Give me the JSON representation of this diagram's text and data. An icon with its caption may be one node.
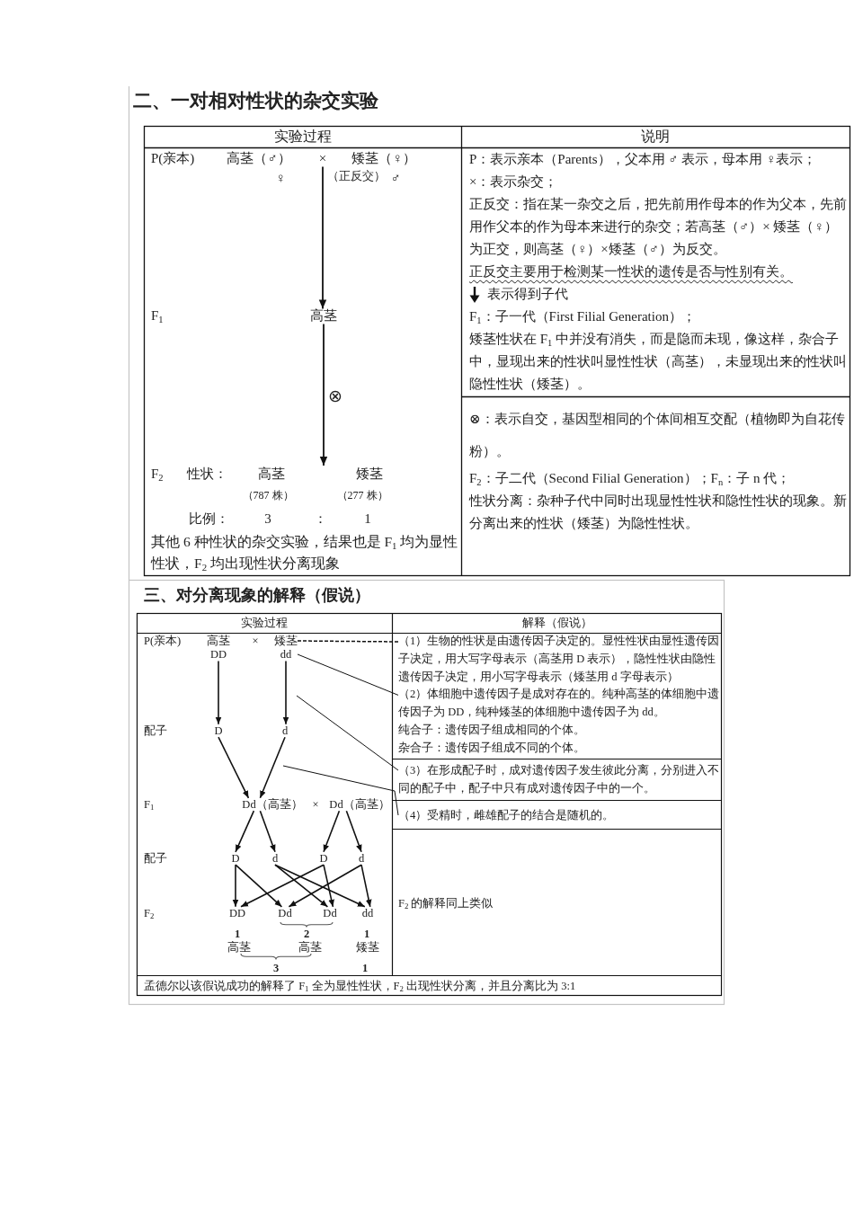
{
  "diagram": {
    "nodes": [
      {
        "text": [
          "×"
        ]
      },
      {
        "text": [
          "高茎"
        ]
      },
      {
        "text": [
          "高茎",
          "DD"
        ]
      },
      {
        "text": [
          "矮茎",
          "dd"
        ]
      },
      {
        "text": [
          "D"
        ]
      },
      {
        "text": [
          "d"
        ]
      },
      {
        "text": [
          "Dd（高茎）"
        ]
      },
      {
        "text": [
          "Dd（高茎）"
        ]
      },
      {
        "text": [
          "D"
        ]
      },
      {
        "text": [
          "d"
        ]
      },
      {
        "text": [
          "D"
        ]
      },
      {
        "text": [
          "d"
        ]
      },
      {
        "text": [
          "DD"
        ]
      },
      {
        "text": [
          "Dd"
        ]
      },
      {
        "text": [
          "Dd"
        ]
      },
      {
        "text": [
          "dd"
        ]
      },
      {
        "text": [
          "（1）生物的性状是由遗传因子决定的。显性性状由显性遗传因子决定，用大写字母表示（高茎用 D 表示），隐性性状由隐性遗传因子决定，用小写字母表示（矮茎用 d 字母表示）"
        ]
      },
      {
        "text": [
          "（2）体细胞中遗传因子是成对存在的。纯种高茎的体细胞中遗传因子为 DD，纯种矮茎的体细胞中遗传因子为 dd。"
        ]
      },
      {
        "text": [
          "（3）在形成配子时，成对遗传因子发生彼此分离，分别进入不同的配子中，配子中只有成对遗传因子中的一个。"
        ]
      },
      {
        "text": [
          "（4）受精时，雌雄配子的结合是随机的。"
        ]
      }
    ],
    "edges": [
      {
        "from": 0,
        "to": 1,
        "arrow": "to"
      },
      {
        "from": 1,
        "to": null,
        "arrow": "to",
        "label": "⊗"
      },
      {
        "from": 2,
        "to": 4,
        "arrow": "to"
      },
      {
        "from": 3,
        "to": 5,
        "arrow": "to"
      },
      {
        "from": 4,
        "to": 6,
        "arrow": "to"
      },
      {
        "from": 5,
        "to": 6,
        "arrow": "to"
      },
      {
        "from": 6,
        "to": 8,
        "arrow": "to"
      },
      {
        "from": 6,
        "to": 9,
        "arrow": "to"
      },
      {
        "from": 7,
        "to": 10,
        "arrow": "to"
      },
      {
        "from": 7,
        "to": 11,
        "arrow": "to"
      },
      {
        "from": 8,
        "to": 12,
        "arrow": "to"
      },
      {
        "from": 8,
        "to": 13,
        "arrow": "to"
      },
      {
        "from": 9,
        "to": 14,
        "arrow": "to"
      },
      {
        "from": 9,
        "to": 15,
        "arrow": "to"
      },
      {
        "from": 10,
        "to": 12,
        "arrow": "to"
      },
      {
        "from": 10,
        "to": 14,
        "arrow": "to"
      },
      {
        "from": 11,
        "to": 13,
        "arrow": "to"
      },
      {
        "from": 11,
        "to": 15,
        "arrow": "to"
      },
      {
        "from": 16,
        "to": 3,
        "arrow": "none",
        "style": "dashed"
      },
      {
        "from": 17,
        "to": 3,
        "arrow": "none"
      },
      {
        "from": 18,
        "to": null,
        "arrow": "none"
      },
      {
        "from": 19,
        "to": null,
        "arrow": "none"
      }
    ],
    "labels": [
      "二、一对相对性状的杂交实验",
      "实验过程",
      "说明",
      "P(亲本)",
      "高茎（♂）",
      "矮茎（♀）",
      "♀",
      "（正反交）",
      "♂",
      "F$_{1}$",
      "F$_{2}$",
      "性状：",
      "高茎",
      "矮茎",
      "（787 株）",
      "（277 株）",
      "比例：",
      "3",
      "：",
      "1",
      "其他 6 种性状的杂交实验，结果也是 F$_{1}$ 均为显性性状，F$_{2}$ 均出现性状分离现象",
      "P：表示亲本（Parents），父本用 ♂ 表示，母本用 ♀表示；",
      "×：表示杂交；",
      "正反交：指在某一杂交之后，把先前用作母本的作为父本，先前用作父本的作为母本来进行的杂交；若高茎（♂）× 矮茎（♀）为正交，则高茎（♀）×矮茎（♂）为反交。",
      "正反交主要用于检测某一性状的遗传是否与性别有关。",
      "表示得到子代",
      "F$_{1}$：子一代（First Filial Generation）；",
      "矮茎性状在 F$_{1}$ 中并没有消失，而是隐而未现，像这样，杂合子中，显现出来的性状叫显性性状（高茎），未显现出来的性状叫隐性性状（矮茎）。",
      "⊗：表示自交，基因型相同的个体间相互交配（植物即为自花传粉）。",
      "F$_{2}$：子二代（Second Filial Generation）；F$_{n}$：子 n 代；",
      "性状分离：杂种子代中同时出现显性性状和隐性性状的现象。新分离出来的性状（矮茎）为隐性性状。",
      "三、对分离现象的解释（假说）",
      "实验过程",
      "解释（假说）",
      "P(亲本)",
      "×",
      "配子",
      "F$_{1}$",
      "×",
      "配子",
      "F$_{2}$",
      "1",
      "2",
      "1",
      "高茎",
      "高茎",
      "矮茎",
      "3",
      "1",
      "纯合子：遗传因子组成相同的个体。",
      "杂合子：遗传因子组成不同的个体。",
      "F$_{2}$ 的解释同上类似",
      "孟德尔以该假说成功的解释了 F$_{1}$ 全为显性性状，F$_{2}$ 出现性状分离，并且分离比为 3:1"
    ]
  }
}
